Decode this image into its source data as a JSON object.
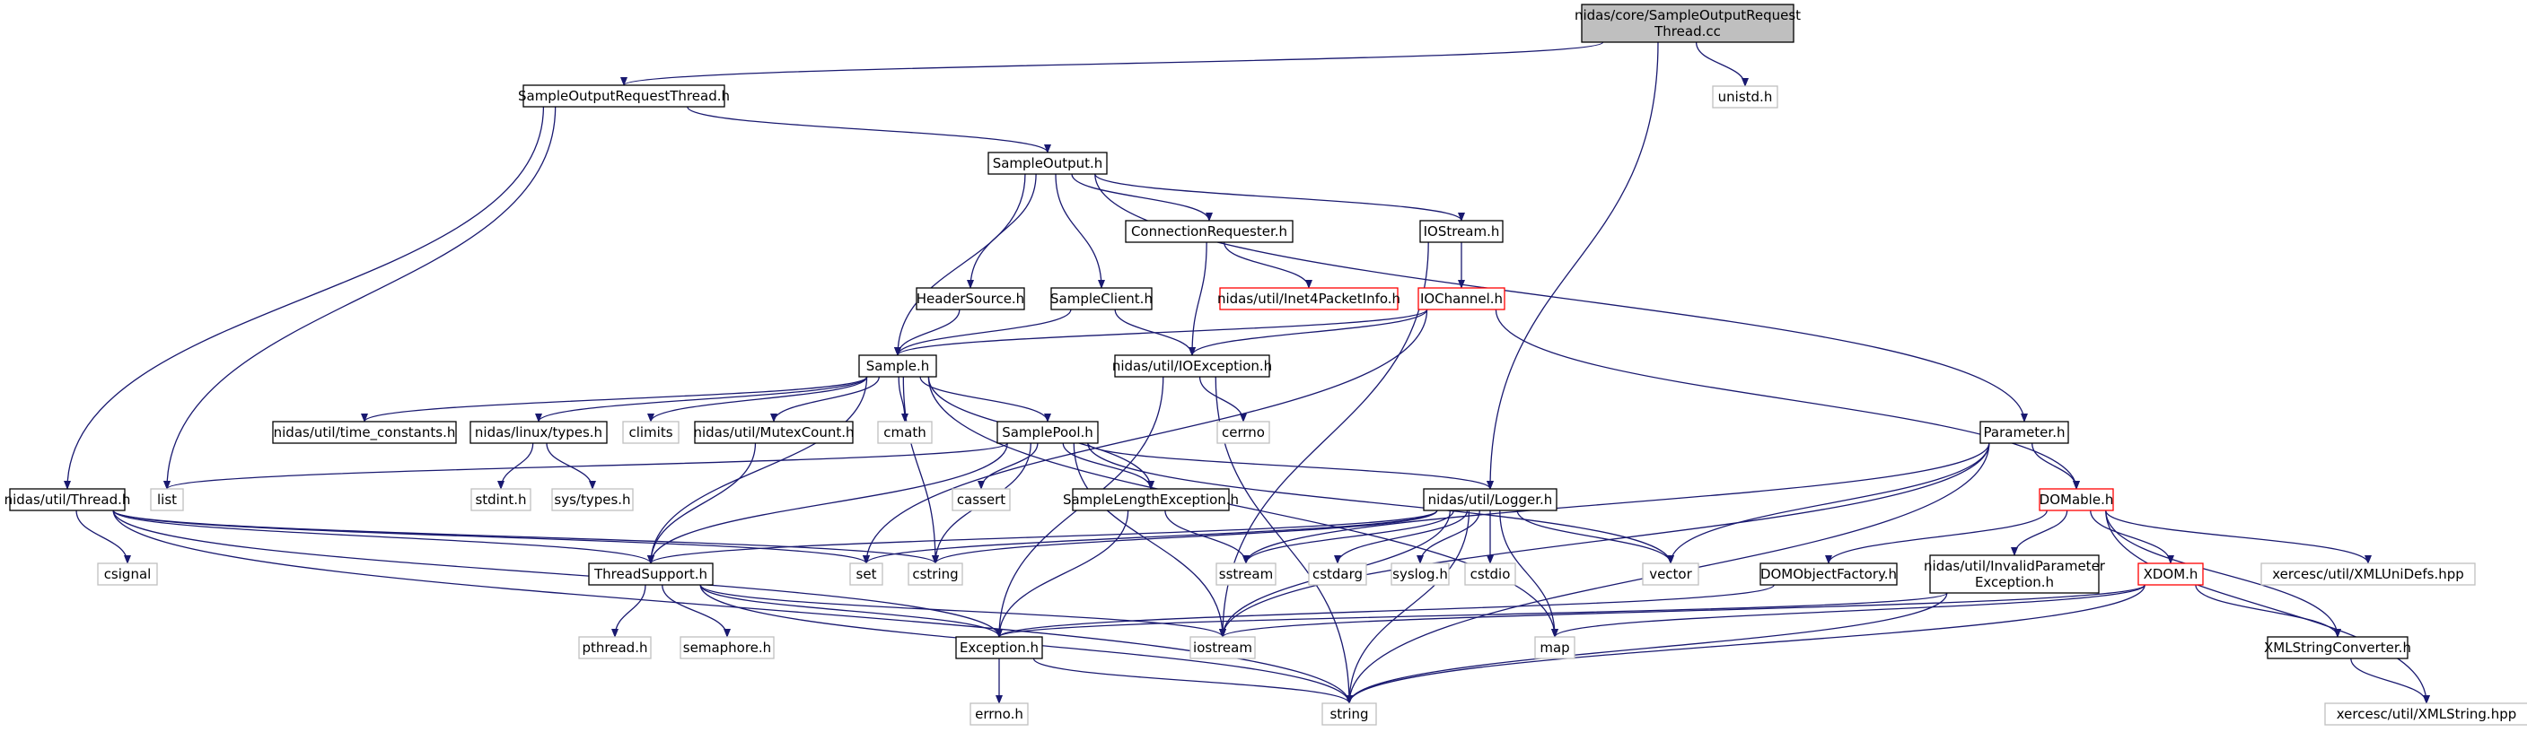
{
  "colors": {
    "edge": "#191970",
    "node_border": "#000000",
    "external_border": "#bfbfbf",
    "missing_border": "#ff0000",
    "root_fill": "#bfbfbf",
    "node_fill": "#ffffff",
    "text": "#000000"
  },
  "nodes": [
    {
      "id": "root",
      "lines": [
        "nidas/core/SampleOutputRequest",
        "Thread.cc"
      ],
      "kind": "root"
    },
    {
      "id": "sort",
      "lines": [
        "SampleOutputRequestThread.h"
      ],
      "kind": "normal"
    },
    {
      "id": "unistd",
      "lines": [
        "unistd.h"
      ],
      "kind": "external"
    },
    {
      "id": "so",
      "lines": [
        "SampleOutput.h"
      ],
      "kind": "normal"
    },
    {
      "id": "thread",
      "lines": [
        "nidas/util/Thread.h"
      ],
      "kind": "normal"
    },
    {
      "id": "list",
      "lines": [
        "list"
      ],
      "kind": "external"
    },
    {
      "id": "connreq",
      "lines": [
        "ConnectionRequester.h"
      ],
      "kind": "normal"
    },
    {
      "id": "iostream_h",
      "lines": [
        "IOStream.h"
      ],
      "kind": "normal"
    },
    {
      "id": "inet4",
      "lines": [
        "nidas/util/Inet4PacketInfo.h"
      ],
      "kind": "missing"
    },
    {
      "id": "iochannel",
      "lines": [
        "IOChannel.h"
      ],
      "kind": "missing"
    },
    {
      "id": "headersrc",
      "lines": [
        "HeaderSource.h"
      ],
      "kind": "normal"
    },
    {
      "id": "sampleclient",
      "lines": [
        "SampleClient.h"
      ],
      "kind": "normal"
    },
    {
      "id": "sample",
      "lines": [
        "Sample.h"
      ],
      "kind": "normal"
    },
    {
      "id": "ioexc",
      "lines": [
        "nidas/util/IOException.h"
      ],
      "kind": "normal"
    },
    {
      "id": "timeconst",
      "lines": [
        "nidas/util/time_constants.h"
      ],
      "kind": "normal"
    },
    {
      "id": "linuxtypes",
      "lines": [
        "nidas/linux/types.h"
      ],
      "kind": "normal"
    },
    {
      "id": "climits",
      "lines": [
        "climits"
      ],
      "kind": "external"
    },
    {
      "id": "mutexcount",
      "lines": [
        "nidas/util/MutexCount.h"
      ],
      "kind": "normal"
    },
    {
      "id": "cmath",
      "lines": [
        "cmath"
      ],
      "kind": "external"
    },
    {
      "id": "samplepool",
      "lines": [
        "SamplePool.h"
      ],
      "kind": "normal"
    },
    {
      "id": "cerrno",
      "lines": [
        "cerrno"
      ],
      "kind": "external"
    },
    {
      "id": "parameter",
      "lines": [
        "Parameter.h"
      ],
      "kind": "normal"
    },
    {
      "id": "stdint",
      "lines": [
        "stdint.h"
      ],
      "kind": "external"
    },
    {
      "id": "systypes",
      "lines": [
        "sys/types.h"
      ],
      "kind": "external"
    },
    {
      "id": "cassert",
      "lines": [
        "cassert"
      ],
      "kind": "external"
    },
    {
      "id": "samplelen",
      "lines": [
        "SampleLengthException.h"
      ],
      "kind": "normal"
    },
    {
      "id": "logger",
      "lines": [
        "nidas/util/Logger.h"
      ],
      "kind": "normal"
    },
    {
      "id": "domable",
      "lines": [
        "DOMable.h"
      ],
      "kind": "missing"
    },
    {
      "id": "csignal",
      "lines": [
        "csignal"
      ],
      "kind": "external"
    },
    {
      "id": "threadsupport",
      "lines": [
        "ThreadSupport.h"
      ],
      "kind": "normal"
    },
    {
      "id": "set",
      "lines": [
        "set"
      ],
      "kind": "external"
    },
    {
      "id": "cstring",
      "lines": [
        "cstring"
      ],
      "kind": "external"
    },
    {
      "id": "sstream",
      "lines": [
        "sstream"
      ],
      "kind": "external"
    },
    {
      "id": "cstdarg",
      "lines": [
        "cstdarg"
      ],
      "kind": "external"
    },
    {
      "id": "syslog",
      "lines": [
        "syslog.h"
      ],
      "kind": "external"
    },
    {
      "id": "cstdio",
      "lines": [
        "cstdio"
      ],
      "kind": "external"
    },
    {
      "id": "vector",
      "lines": [
        "vector"
      ],
      "kind": "external"
    },
    {
      "id": "domfactory",
      "lines": [
        "DOMObjectFactory.h"
      ],
      "kind": "normal"
    },
    {
      "id": "invparam",
      "lines": [
        "nidas/util/InvalidParameter",
        "Exception.h"
      ],
      "kind": "normal"
    },
    {
      "id": "xdom",
      "lines": [
        "XDOM.h"
      ],
      "kind": "missing"
    },
    {
      "id": "xmlunidefs",
      "lines": [
        "xercesc/util/XMLUniDefs.hpp"
      ],
      "kind": "external"
    },
    {
      "id": "pthread",
      "lines": [
        "pthread.h"
      ],
      "kind": "external"
    },
    {
      "id": "semaphore",
      "lines": [
        "semaphore.h"
      ],
      "kind": "external"
    },
    {
      "id": "exception",
      "lines": [
        "Exception.h"
      ],
      "kind": "normal"
    },
    {
      "id": "iostream",
      "lines": [
        "iostream"
      ],
      "kind": "external"
    },
    {
      "id": "map",
      "lines": [
        "map"
      ],
      "kind": "external"
    },
    {
      "id": "xmlstrconv",
      "lines": [
        "XMLStringConverter.h"
      ],
      "kind": "normal"
    },
    {
      "id": "errnoh",
      "lines": [
        "errno.h"
      ],
      "kind": "external"
    },
    {
      "id": "string",
      "lines": [
        "string"
      ],
      "kind": "external"
    },
    {
      "id": "xmlstring",
      "lines": [
        "xercesc/util/XMLString.hpp"
      ],
      "kind": "external"
    }
  ],
  "edges": [
    [
      "root",
      "sort"
    ],
    [
      "root",
      "unistd"
    ],
    [
      "root",
      "logger"
    ],
    [
      "sort",
      "so"
    ],
    [
      "sort",
      "thread"
    ],
    [
      "sort",
      "list"
    ],
    [
      "so",
      "connreq"
    ],
    [
      "so",
      "iostream_h"
    ],
    [
      "so",
      "headersrc"
    ],
    [
      "so",
      "sampleclient"
    ],
    [
      "so",
      "sample"
    ],
    [
      "so",
      "parameter"
    ],
    [
      "connreq",
      "inet4"
    ],
    [
      "connreq",
      "ioexc"
    ],
    [
      "iostream_h",
      "iochannel"
    ],
    [
      "iostream_h",
      "iostream"
    ],
    [
      "iochannel",
      "sample"
    ],
    [
      "iochannel",
      "ioexc"
    ],
    [
      "iochannel",
      "domable"
    ],
    [
      "iochannel",
      "set"
    ],
    [
      "headersrc",
      "sample"
    ],
    [
      "sampleclient",
      "sample"
    ],
    [
      "sampleclient",
      "ioexc"
    ],
    [
      "sample",
      "timeconst"
    ],
    [
      "sample",
      "linuxtypes"
    ],
    [
      "sample",
      "climits"
    ],
    [
      "sample",
      "mutexcount"
    ],
    [
      "sample",
      "cmath"
    ],
    [
      "sample",
      "samplepool"
    ],
    [
      "sample",
      "samplelen"
    ],
    [
      "sample",
      "threadsupport"
    ],
    [
      "sample",
      "cstring"
    ],
    [
      "sample",
      "map"
    ],
    [
      "ioexc",
      "cerrno"
    ],
    [
      "ioexc",
      "exception"
    ],
    [
      "ioexc",
      "string"
    ],
    [
      "linuxtypes",
      "stdint"
    ],
    [
      "linuxtypes",
      "systypes"
    ],
    [
      "mutexcount",
      "threadsupport"
    ],
    [
      "samplepool",
      "list"
    ],
    [
      "samplepool",
      "cassert"
    ],
    [
      "samplepool",
      "samplelen"
    ],
    [
      "samplepool",
      "logger"
    ],
    [
      "samplepool",
      "threadsupport"
    ],
    [
      "samplepool",
      "cstring"
    ],
    [
      "samplepool",
      "iostream"
    ],
    [
      "samplepool",
      "vector"
    ],
    [
      "samplelen",
      "exception"
    ],
    [
      "samplelen",
      "sstream"
    ],
    [
      "parameter",
      "domable"
    ],
    [
      "parameter",
      "sstream"
    ],
    [
      "parameter",
      "vector"
    ],
    [
      "parameter",
      "iostream"
    ],
    [
      "parameter",
      "string"
    ],
    [
      "logger",
      "threadsupport"
    ],
    [
      "logger",
      "set"
    ],
    [
      "logger",
      "cstring"
    ],
    [
      "logger",
      "sstream"
    ],
    [
      "logger",
      "cstdarg"
    ],
    [
      "logger",
      "syslog"
    ],
    [
      "logger",
      "cstdio"
    ],
    [
      "logger",
      "vector"
    ],
    [
      "logger",
      "map"
    ],
    [
      "logger",
      "iostream"
    ],
    [
      "logger",
      "string"
    ],
    [
      "domable",
      "domfactory"
    ],
    [
      "domable",
      "invparam"
    ],
    [
      "domable",
      "xdom"
    ],
    [
      "domable",
      "xmlunidefs"
    ],
    [
      "domable",
      "xmlstrconv"
    ],
    [
      "domable",
      "xmlstring"
    ],
    [
      "thread",
      "csignal"
    ],
    [
      "thread",
      "threadsupport"
    ],
    [
      "thread",
      "exception"
    ],
    [
      "thread",
      "string"
    ],
    [
      "thread",
      "cstring"
    ],
    [
      "thread",
      "set"
    ],
    [
      "threadsupport",
      "pthread"
    ],
    [
      "threadsupport",
      "semaphore"
    ],
    [
      "threadsupport",
      "exception"
    ],
    [
      "threadsupport",
      "iostream"
    ],
    [
      "threadsupport",
      "string"
    ],
    [
      "domfactory",
      "exception"
    ],
    [
      "invparam",
      "exception"
    ],
    [
      "invparam",
      "string"
    ],
    [
      "xdom",
      "iostream"
    ],
    [
      "xdom",
      "map"
    ],
    [
      "xdom",
      "string"
    ],
    [
      "xdom",
      "xmlstrconv"
    ],
    [
      "xmlstrconv",
      "xmlstring"
    ],
    [
      "exception",
      "errnoh"
    ],
    [
      "exception",
      "string"
    ]
  ]
}
